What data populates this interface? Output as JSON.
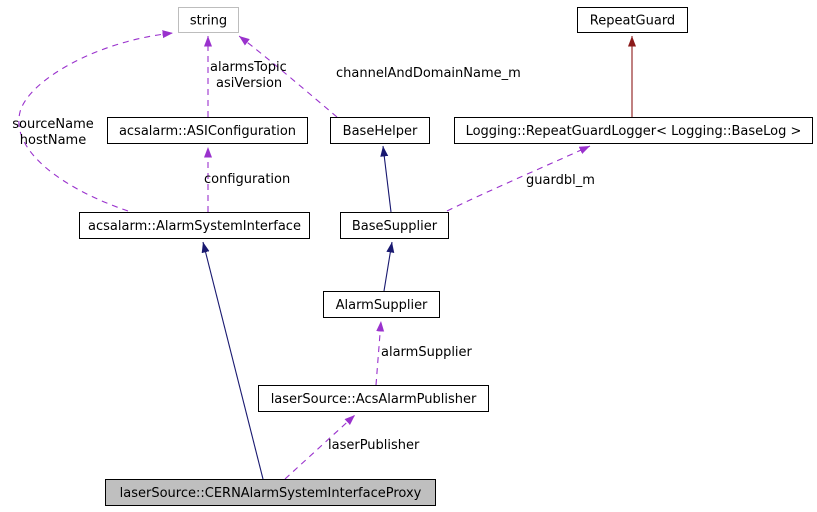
{
  "diagram": {
    "kind": "doxygen-collaboration-graph",
    "colors": {
      "usage_edge": "#9a32cd",
      "public_inheritance_edge": "#191970",
      "private_inheritance_edge": "#8b1a1a",
      "node_border": "#000000",
      "external_node_border": "#bdbdbd",
      "node_fill": "#ffffff",
      "current_node_fill": "#bfbfbf",
      "text": "#000000"
    },
    "nodes": {
      "string": {
        "label": "string"
      },
      "repeat_guard": {
        "label": "RepeatGuard"
      },
      "asi_configuration": {
        "label": "acsalarm::ASIConfiguration"
      },
      "base_helper": {
        "label": "BaseHelper"
      },
      "repeat_guard_logger": {
        "label": "Logging::RepeatGuardLogger< Logging::BaseLog >"
      },
      "alarm_system_interface": {
        "label": "acsalarm::AlarmSystemInterface"
      },
      "base_supplier": {
        "label": "BaseSupplier"
      },
      "alarm_supplier": {
        "label": "AlarmSupplier"
      },
      "acs_alarm_publisher": {
        "label": "laserSource::AcsAlarmPublisher"
      },
      "cern_proxy": {
        "label": "laserSource::CERNAlarmSystemInterfaceProxy"
      }
    },
    "edge_labels": {
      "alarms_topic": "alarmsTopic",
      "asi_version": "asiVersion",
      "channel_and_domain_name": "channelAndDomainName_m",
      "source_name": "sourceName",
      "host_name": "hostName",
      "configuration": "configuration",
      "guardbl_m": "guardbl_m",
      "alarm_supplier_member": "alarmSupplier",
      "laser_publisher": "laserPublisher"
    },
    "edges": [
      {
        "from": "asi_configuration",
        "to": "string",
        "style": "usage",
        "labels": [
          "alarmsTopic",
          "asiVersion"
        ]
      },
      {
        "from": "base_helper",
        "to": "string",
        "style": "usage",
        "labels": [
          "channelAndDomainName_m"
        ]
      },
      {
        "from": "alarm_system_interface",
        "to": "string",
        "style": "usage",
        "labels": [
          "sourceName",
          "hostName"
        ]
      },
      {
        "from": "alarm_system_interface",
        "to": "asi_configuration",
        "style": "usage",
        "labels": [
          "configuration"
        ]
      },
      {
        "from": "base_supplier",
        "to": "repeat_guard_logger",
        "style": "usage",
        "labels": [
          "guardbl_m"
        ]
      },
      {
        "from": "repeat_guard_logger",
        "to": "repeat_guard",
        "style": "private-inheritance",
        "labels": []
      },
      {
        "from": "base_supplier",
        "to": "base_helper",
        "style": "public-inheritance",
        "labels": []
      },
      {
        "from": "alarm_supplier",
        "to": "base_supplier",
        "style": "public-inheritance",
        "labels": []
      },
      {
        "from": "acs_alarm_publisher",
        "to": "alarm_supplier",
        "style": "usage",
        "labels": [
          "alarmSupplier"
        ]
      },
      {
        "from": "cern_proxy",
        "to": "alarm_system_interface",
        "style": "public-inheritance",
        "labels": []
      },
      {
        "from": "cern_proxy",
        "to": "acs_alarm_publisher",
        "style": "usage",
        "labels": [
          "laserPublisher"
        ]
      }
    ]
  }
}
